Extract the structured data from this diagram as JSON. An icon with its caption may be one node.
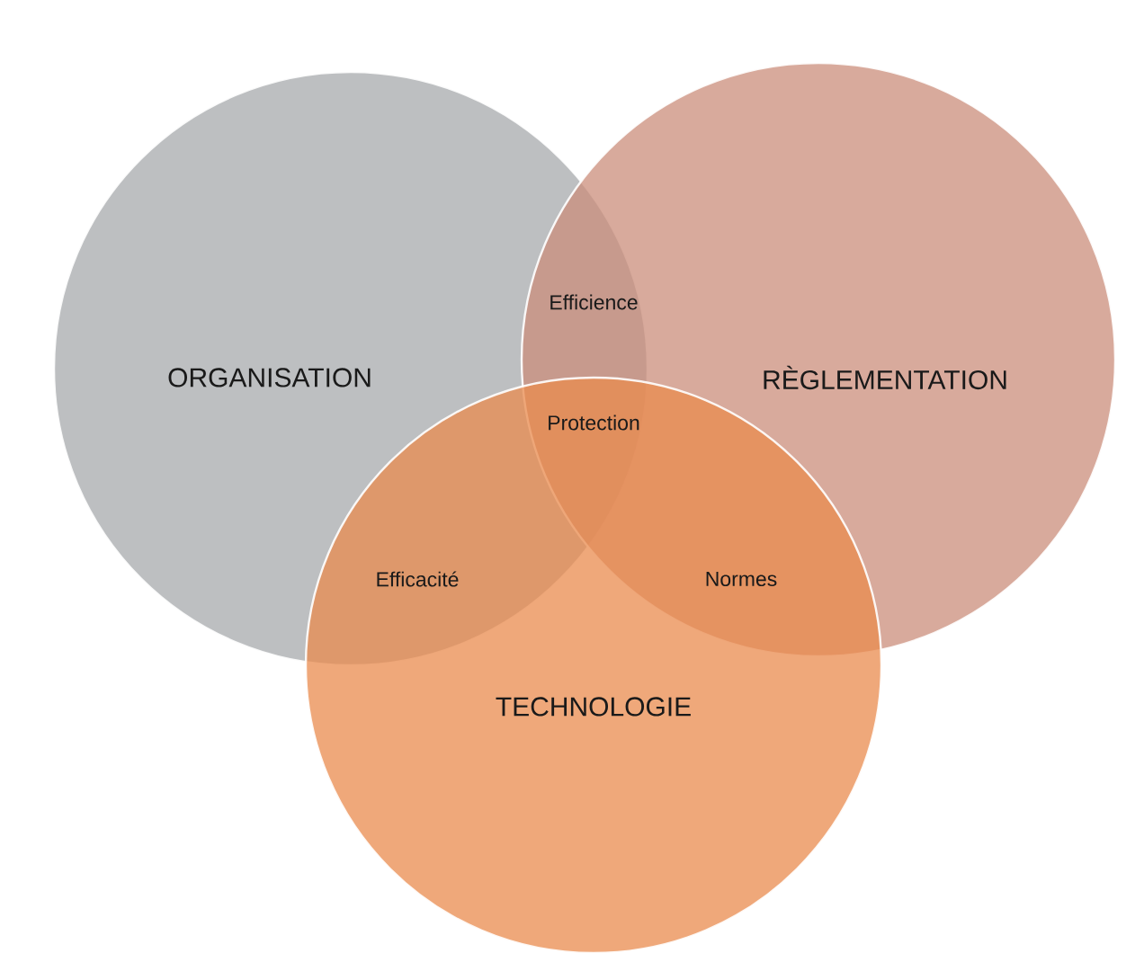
{
  "diagram": {
    "nodes": [
      {
        "text": [
          "ORGANISATION"
        ]
      },
      {
        "text": [
          "RÈGLEMENTATION"
        ]
      },
      {
        "text": [
          "TECHNOLOGIE"
        ]
      }
    ],
    "labels": [
      "Efficience",
      "Protection",
      "Efficacité",
      "Normes"
    ]
  }
}
